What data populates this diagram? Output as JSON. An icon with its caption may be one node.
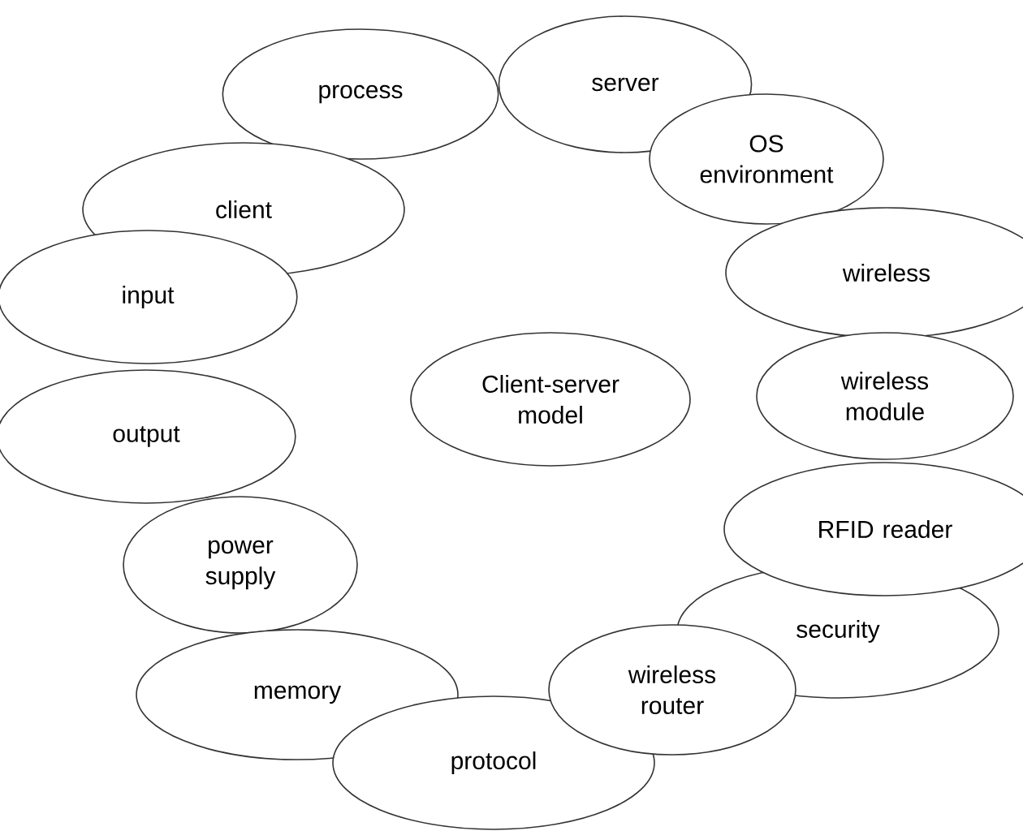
{
  "diagram": {
    "nodes": [
      {
        "text": [
          "process"
        ]
      },
      {
        "text": [
          "server"
        ]
      },
      {
        "text": [
          "OS environment"
        ]
      },
      {
        "text": [
          "client"
        ]
      },
      {
        "text": [
          "input"
        ]
      },
      {
        "text": [
          "wireless"
        ]
      },
      {
        "text": [
          "Client-server model"
        ]
      },
      {
        "text": [
          "wireless module"
        ]
      },
      {
        "text": [
          "output"
        ]
      },
      {
        "text": [
          "RFID reader"
        ]
      },
      {
        "text": [
          "power supply"
        ]
      },
      {
        "text": [
          "security"
        ]
      },
      {
        "text": [
          "memory"
        ]
      },
      {
        "text": [
          "wireless router"
        ]
      },
      {
        "text": [
          "protocol"
        ]
      }
    ]
  }
}
